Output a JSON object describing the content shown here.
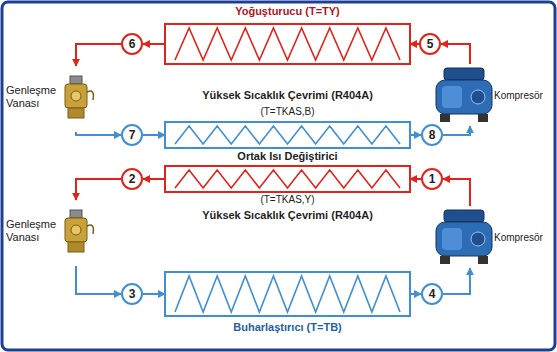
{
  "diagram": {
    "nodes": [
      {
        "text": [
          "Yoğuşturucu (T=TY)"
        ]
      },
      {
        "text": [
          "6"
        ]
      },
      {
        "text": [
          "5"
        ]
      },
      {
        "text": [
          "Genleşme Vanası"
        ]
      },
      {
        "text": [
          "Kompresör"
        ]
      },
      {
        "text": [
          "7"
        ]
      },
      {
        "text": [
          "(T=TKAS,B)",
          "Ortak Isı Değiştirici",
          "(T=TKAS,Y)"
        ]
      },
      {
        "text": [
          "8"
        ]
      },
      {
        "text": [
          "2"
        ]
      },
      {
        "text": [
          "1"
        ]
      },
      {
        "text": [
          "Genleşme Vanası"
        ]
      },
      {
        "text": [
          "Kompresör"
        ]
      },
      {
        "text": [
          "3"
        ]
      },
      {
        "text": [
          "Buharlaştırıcı (T=TB)"
        ]
      },
      {
        "text": [
          "4"
        ]
      }
    ],
    "edges": [
      {
        "from": 4,
        "to": 2,
        "arrow": "to"
      },
      {
        "from": 2,
        "to": 0,
        "arrow": "to"
      },
      {
        "from": 0,
        "to": 1,
        "arrow": "to"
      },
      {
        "from": 1,
        "to": 3,
        "arrow": "to"
      },
      {
        "from": 3,
        "to": 5,
        "arrow": "to"
      },
      {
        "from": 5,
        "to": 6,
        "arrow": "to"
      },
      {
        "from": 6,
        "to": 7,
        "arrow": "to"
      },
      {
        "from": 7,
        "to": 4,
        "arrow": "to"
      },
      {
        "from": 11,
        "to": 9,
        "arrow": "to"
      },
      {
        "from": 9,
        "to": 6,
        "arrow": "to"
      },
      {
        "from": 6,
        "to": 8,
        "arrow": "to"
      },
      {
        "from": 8,
        "to": 10,
        "arrow": "to"
      },
      {
        "from": 10,
        "to": 12,
        "arrow": "to"
      },
      {
        "from": 12,
        "to": 13,
        "arrow": "to"
      },
      {
        "from": 13,
        "to": 14,
        "arrow": "to"
      },
      {
        "from": 14,
        "to": 11,
        "arrow": "to"
      }
    ],
    "labels": [
      "Yüksek Sıcaklık Çevrimi (R404A)",
      "Yüksek Sıcaklık Çevrimi (R404A)"
    ]
  }
}
